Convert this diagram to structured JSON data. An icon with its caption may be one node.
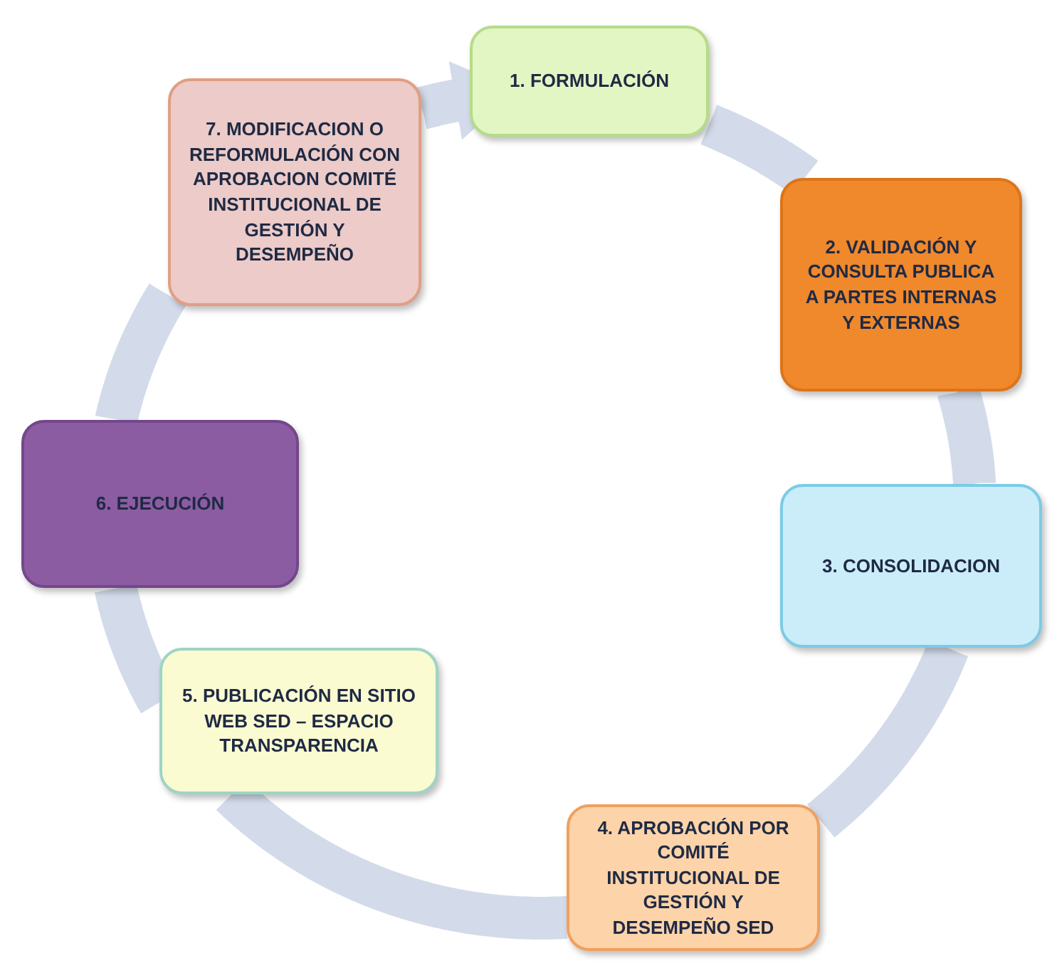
{
  "diagram": {
    "nodes": [
      {
        "text": [
          "1. FORMULACIÓN"
        ]
      },
      {
        "text": [
          "2. VALIDACIÓN Y CONSULTA PUBLICA A PARTES INTERNAS Y EXTERNAS"
        ]
      },
      {
        "text": [
          "3. CONSOLIDACION"
        ]
      },
      {
        "text": [
          "4. APROBACIÓN POR COMITÉ INSTITUCIONAL DE GESTIÓN Y DESEMPEÑO SED"
        ]
      },
      {
        "text": [
          "5. PUBLICACIÓN EN SITIO WEB SED – ESPACIO TRANSPARENCIA"
        ]
      },
      {
        "text": [
          "6. EJECUCIÓN"
        ]
      },
      {
        "text": [
          "7. MODIFICACION O REFORMULACIÓN CON APROBACION COMITÉ INSTITUCIONAL DE GESTIÓN Y DESEMPEÑO"
        ]
      }
    ],
    "edges": [
      {
        "from": 0,
        "to": 1,
        "arrow": "none"
      },
      {
        "from": 1,
        "to": 2,
        "arrow": "none"
      },
      {
        "from": 2,
        "to": 3,
        "arrow": "none"
      },
      {
        "from": 3,
        "to": 4,
        "arrow": "none"
      },
      {
        "from": 4,
        "to": 5,
        "arrow": "none"
      },
      {
        "from": 5,
        "to": 6,
        "arrow": "none"
      },
      {
        "from": 6,
        "to": 0,
        "arrow": "to"
      }
    ]
  }
}
